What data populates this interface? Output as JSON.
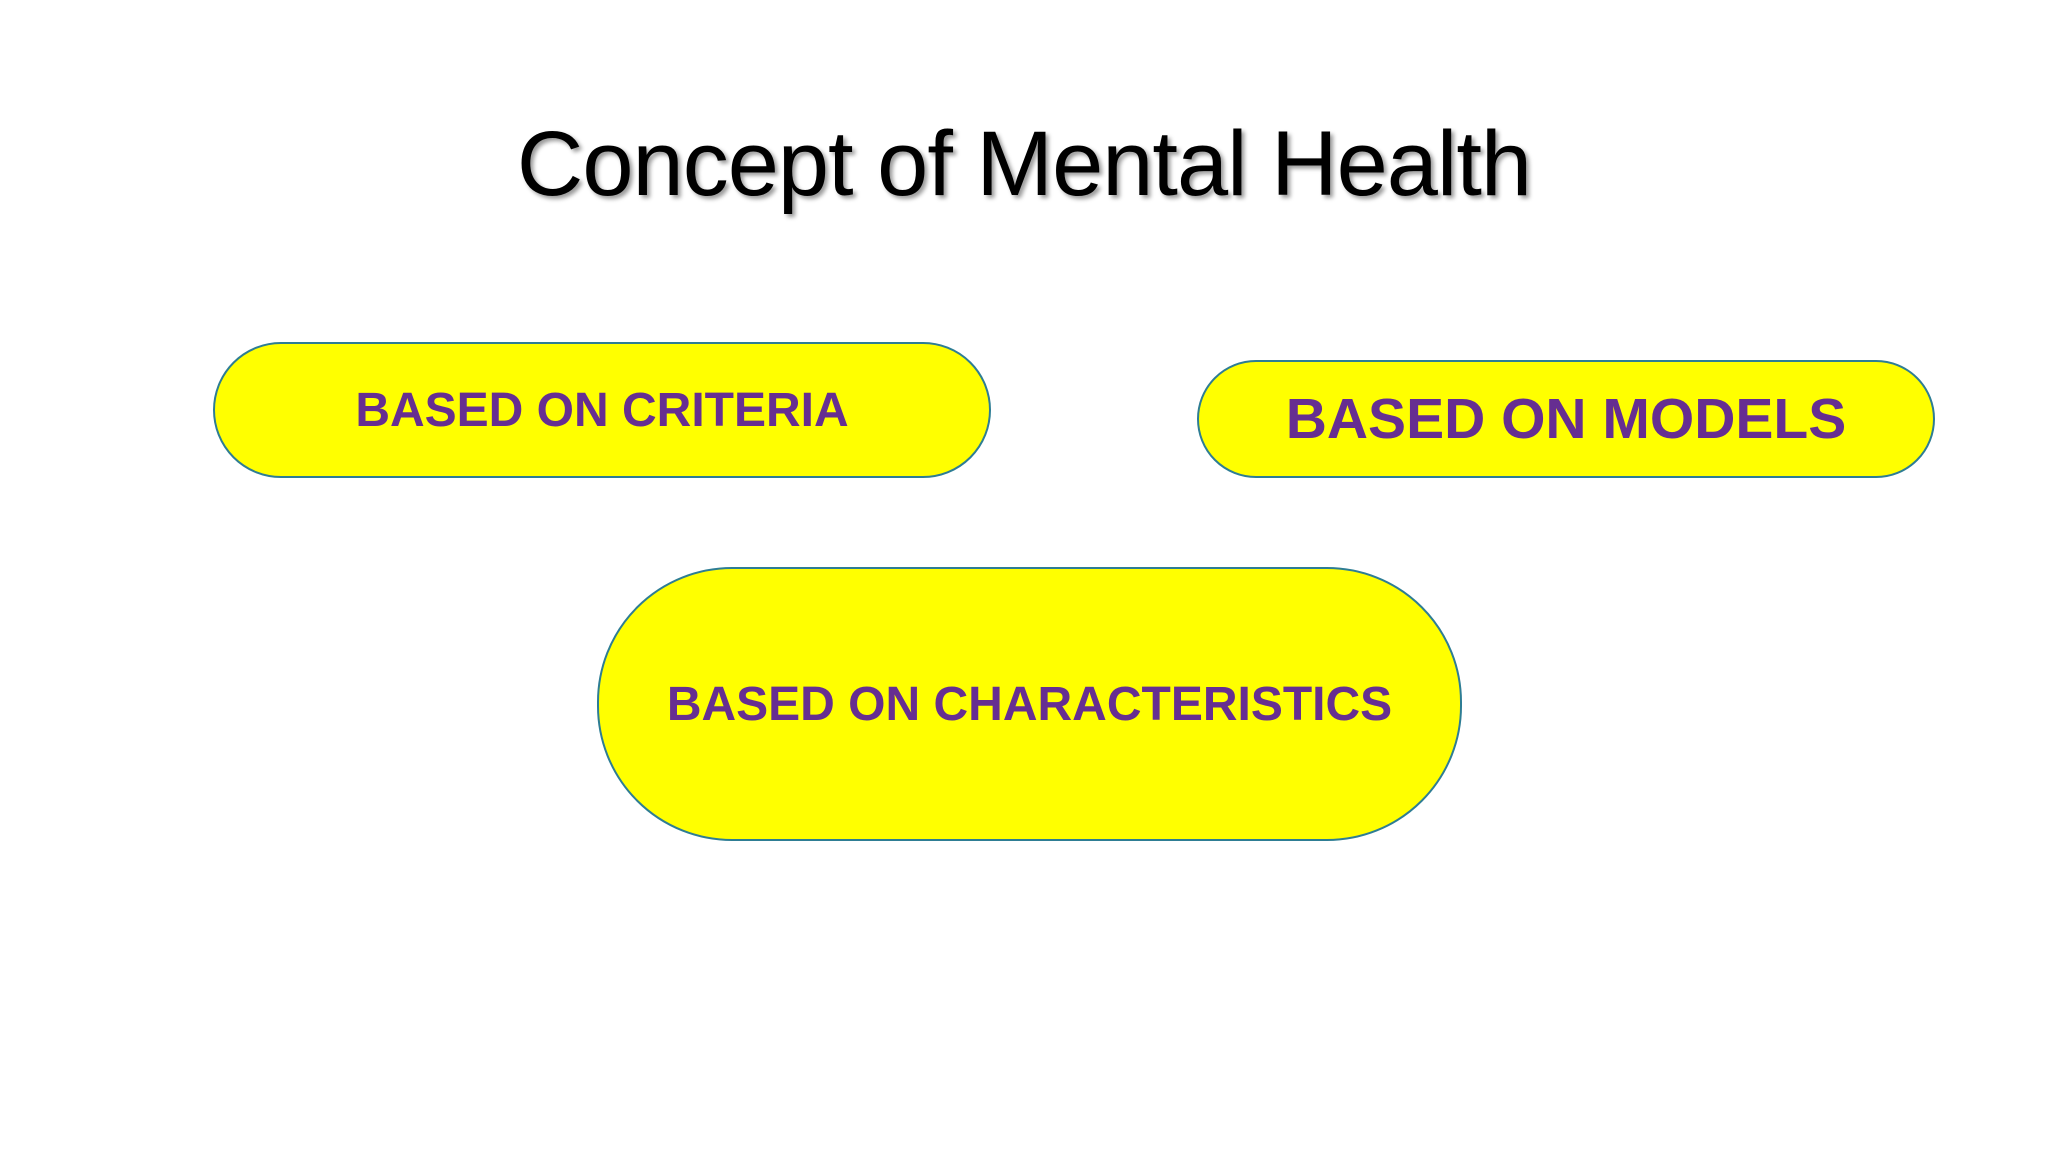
{
  "slide": {
    "title": "Concept of Mental Health"
  },
  "shapes": {
    "criteria": {
      "label": "BASED ON CRITERIA"
    },
    "models": {
      "label": "BASED ON MODELS"
    },
    "characteristics": {
      "label": "BASED ON CHARACTERISTICS"
    }
  },
  "colors": {
    "background": "#ffffff",
    "title_text": "#000000",
    "shape_fill": "#ffff00",
    "shape_border": "#2e7d94",
    "shape_text": "#662e91"
  }
}
